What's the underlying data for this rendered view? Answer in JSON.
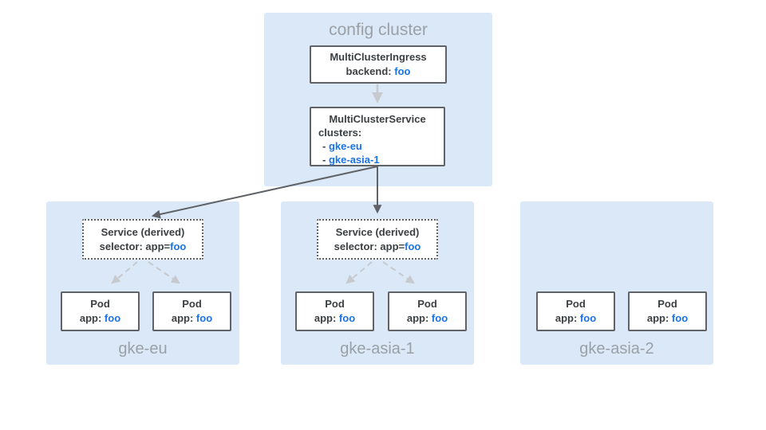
{
  "config_cluster": {
    "title": "config cluster",
    "ingress": {
      "title": "MultiClusterIngress",
      "backend_label": "backend:",
      "backend_value": "foo"
    },
    "service": {
      "title": "MultiClusterService",
      "clusters_label": "clusters:",
      "items": [
        {
          "dash": "-",
          "name": "gke-eu"
        },
        {
          "dash": "-",
          "name": "gke-asia-1"
        }
      ]
    }
  },
  "clusters": [
    {
      "name": "gke-eu",
      "service": {
        "title": "Service (derived)",
        "selector_label": "selector: app=",
        "selector_value": "foo"
      },
      "pods": [
        {
          "title": "Pod",
          "app_label": "app:",
          "app_value": "foo"
        },
        {
          "title": "Pod",
          "app_label": "app:",
          "app_value": "foo"
        }
      ]
    },
    {
      "name": "gke-asia-1",
      "service": {
        "title": "Service (derived)",
        "selector_label": "selector: app=",
        "selector_value": "foo"
      },
      "pods": [
        {
          "title": "Pod",
          "app_label": "app:",
          "app_value": "foo"
        },
        {
          "title": "Pod",
          "app_label": "app:",
          "app_value": "foo"
        }
      ]
    },
    {
      "name": "gke-asia-2",
      "pods": [
        {
          "title": "Pod",
          "app_label": "app:",
          "app_value": "foo"
        },
        {
          "title": "Pod",
          "app_label": "app:",
          "app_value": "foo"
        }
      ]
    }
  ],
  "edges": [
    {
      "from": "MultiClusterIngress",
      "to": "MultiClusterService",
      "style": "solid-light-gray"
    },
    {
      "from": "MultiClusterService",
      "to": "gke-eu Service (derived)",
      "style": "solid-dark-gray"
    },
    {
      "from": "MultiClusterService",
      "to": "gke-asia-1 Service (derived)",
      "style": "solid-dark-gray"
    },
    {
      "from": "gke-eu Service (derived)",
      "to": "gke-eu Pod 1",
      "style": "dashed-light-gray"
    },
    {
      "from": "gke-eu Service (derived)",
      "to": "gke-eu Pod 2",
      "style": "dashed-light-gray"
    },
    {
      "from": "gke-asia-1 Service (derived)",
      "to": "gke-asia-1 Pod 1",
      "style": "dashed-light-gray"
    },
    {
      "from": "gke-asia-1 Service (derived)",
      "to": "gke-asia-1 Pod 2",
      "style": "dashed-light-gray"
    }
  ],
  "colors": {
    "panel_bg": "#dbe8f8",
    "node_bg": "#ffffff",
    "node_border": "#5f6368",
    "text_dark": "#3c4043",
    "text_blue": "#1a73e8",
    "text_muted": "#9aa0a6",
    "arrow_dark": "#5f6368",
    "arrow_light": "#c6c9cd"
  }
}
